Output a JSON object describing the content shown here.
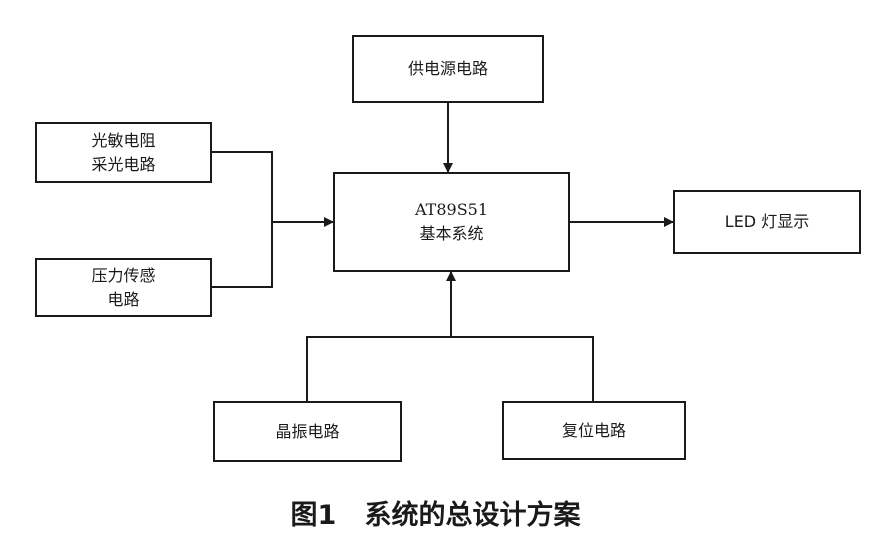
{
  "blocks": {
    "power": {
      "line1": "供电源电路"
    },
    "photoresistor": {
      "line1": "光敏电阻",
      "line2": "采光电路"
    },
    "pressure": {
      "line1": "压力传感",
      "line2": "电路"
    },
    "mcu": {
      "line1": "AT89S51",
      "line2": "基本系统"
    },
    "led": {
      "line1": "LED 灯显示"
    },
    "crystal": {
      "line1": "晶振电路"
    },
    "reset": {
      "line1": "复位电路"
    }
  },
  "caption": {
    "figure": "图1",
    "title": "系统的总设计方案"
  },
  "colors": {
    "line": "#1a1a1a",
    "background": "#ffffff"
  }
}
